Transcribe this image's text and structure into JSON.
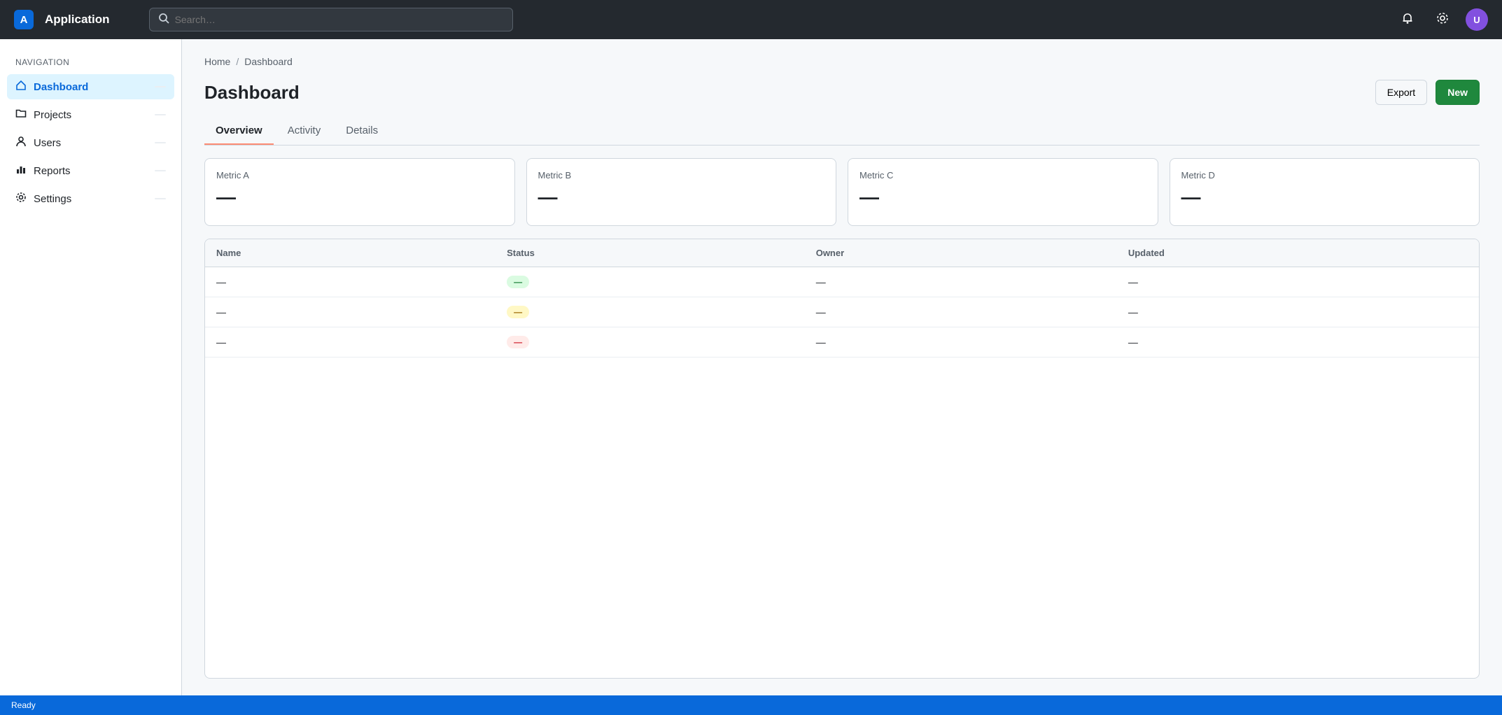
{
  "note_for_user": "",
  "app": {
    "title": "Application",
    "logo_letter": "A"
  },
  "search": {
    "placeholder": "Search…",
    "value": ""
  },
  "user": {
    "initials": "U"
  },
  "sidebar": {
    "section_label": "Navigation",
    "items": [
      {
        "label": "Dashboard",
        "icon": "home-icon",
        "count": ""
      },
      {
        "label": "Projects",
        "icon": "folder-icon",
        "count": ""
      },
      {
        "label": "Users",
        "icon": "user-icon",
        "count": ""
      },
      {
        "label": "Reports",
        "icon": "chart-icon",
        "count": ""
      },
      {
        "label": "Settings",
        "icon": "gear-icon",
        "count": ""
      }
    ]
  },
  "breadcrumb": [
    "Home",
    "Dashboard"
  ],
  "page": {
    "title": "Dashboard"
  },
  "toolbar": {
    "secondary_label": "Export",
    "primary_label": "New"
  },
  "tabs": [
    {
      "label": "Overview"
    },
    {
      "label": "Activity"
    },
    {
      "label": "Details"
    }
  ],
  "cards": [
    {
      "label": "Metric A",
      "value": "—",
      "delta": ""
    },
    {
      "label": "Metric B",
      "value": "—",
      "delta": ""
    },
    {
      "label": "Metric C",
      "value": "—",
      "delta": ""
    },
    {
      "label": "Metric D",
      "value": "—",
      "delta": ""
    }
  ],
  "table": {
    "columns": [
      "Name",
      "Status",
      "Owner",
      "Updated"
    ],
    "rows": [
      [
        "—",
        "—",
        "—",
        "—"
      ],
      [
        "—",
        "—",
        "—",
        "—"
      ],
      [
        "—",
        "—",
        "—",
        "—"
      ]
    ],
    "status_kind": [
      "ok",
      "warn",
      "err"
    ]
  },
  "status": {
    "left": "Ready",
    "right": ""
  },
  "colors": {
    "accent": "#0969da",
    "primary_button": "#1f883d",
    "titlebar": "#24292f"
  }
}
